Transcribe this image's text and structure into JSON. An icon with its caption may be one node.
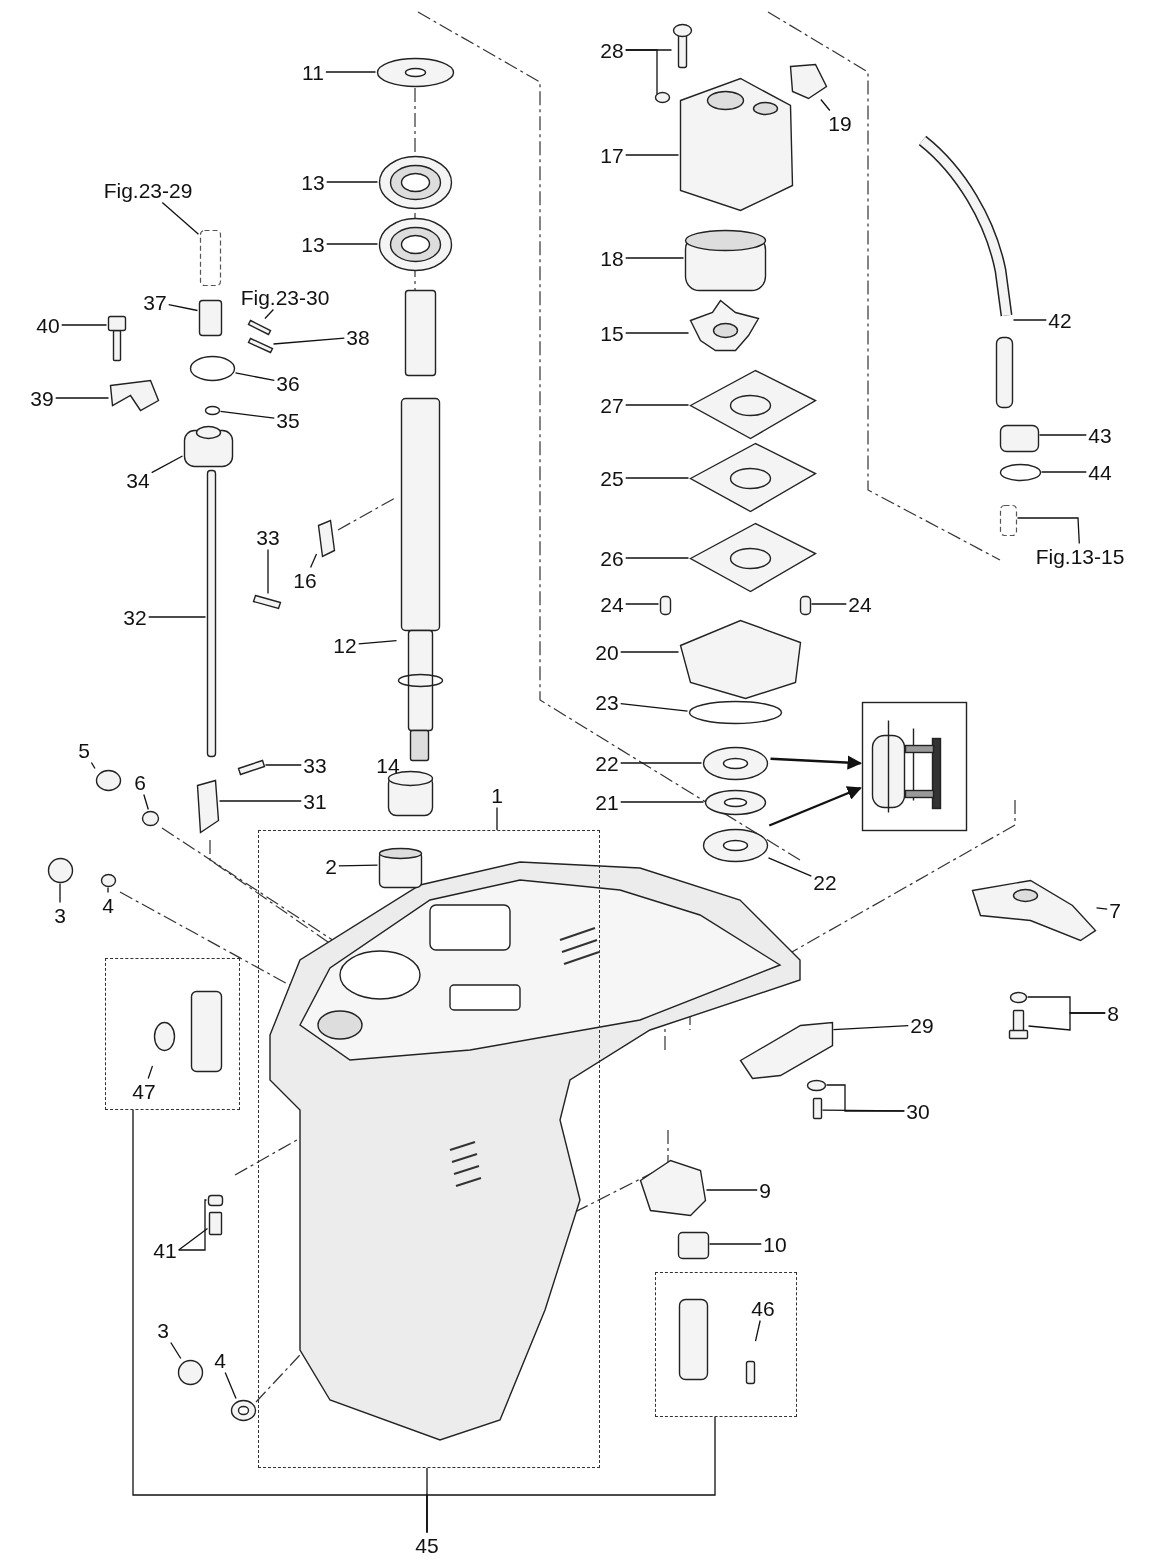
{
  "diagram": {
    "nodes": [
      {
        "text": [],
        "shape": "box"
      },
      {
        "text": [],
        "shape": "box"
      },
      {
        "text": [],
        "shape": "box"
      },
      {
        "text": [],
        "shape": "picture"
      },
      {
        "text": [
          "11"
        ]
      },
      {
        "text": [
          "13"
        ]
      },
      {
        "text": [
          "13"
        ]
      },
      {
        "text": [
          "Fig.23-29"
        ]
      },
      {
        "text": [
          "37"
        ]
      },
      {
        "text": [
          "Fig.23-30"
        ]
      },
      {
        "text": [
          "40"
        ]
      },
      {
        "text": [
          "38"
        ]
      },
      {
        "text": [
          "36"
        ]
      },
      {
        "text": [
          "39"
        ]
      },
      {
        "text": [
          "35"
        ]
      },
      {
        "text": [
          "34"
        ]
      },
      {
        "text": [
          "33"
        ]
      },
      {
        "text": [
          "16"
        ]
      },
      {
        "text": [
          "32"
        ]
      },
      {
        "text": [
          "12"
        ]
      },
      {
        "text": [
          "5"
        ]
      },
      {
        "text": [
          "14"
        ]
      },
      {
        "text": [
          "33"
        ]
      },
      {
        "text": [
          "6"
        ]
      },
      {
        "text": [
          "31"
        ]
      },
      {
        "text": [
          "1"
        ]
      },
      {
        "text": [
          "2"
        ],
        "in": 0
      },
      {
        "text": [
          "3"
        ]
      },
      {
        "text": [
          "4"
        ]
      },
      {
        "text": [
          "47"
        ],
        "in": 1
      },
      {
        "text": [
          "41"
        ]
      },
      {
        "text": [
          "3"
        ]
      },
      {
        "text": [
          "4"
        ]
      },
      {
        "text": [
          "28"
        ]
      },
      {
        "text": [
          "19"
        ]
      },
      {
        "text": [
          "17"
        ]
      },
      {
        "text": [
          "18"
        ]
      },
      {
        "text": [
          "15"
        ]
      },
      {
        "text": [
          "27"
        ]
      },
      {
        "text": [
          "25"
        ]
      },
      {
        "text": [
          "26"
        ]
      },
      {
        "text": [
          "24"
        ]
      },
      {
        "text": [
          "24"
        ]
      },
      {
        "text": [
          "20"
        ]
      },
      {
        "text": [
          "23"
        ]
      },
      {
        "text": [
          "22"
        ]
      },
      {
        "text": [
          "21"
        ]
      },
      {
        "text": [
          "22"
        ]
      },
      {
        "text": [
          "42"
        ]
      },
      {
        "text": [
          "43"
        ]
      },
      {
        "text": [
          "44"
        ]
      },
      {
        "text": [
          "Fig.13-15"
        ]
      },
      {
        "text": [
          "7"
        ]
      },
      {
        "text": [
          "8"
        ]
      },
      {
        "text": [
          "29"
        ]
      },
      {
        "text": [
          "30"
        ]
      },
      {
        "text": [
          "9"
        ]
      },
      {
        "text": [
          "10"
        ]
      },
      {
        "text": [
          "46"
        ],
        "in": 2
      },
      {
        "text": [
          "45"
        ]
      },
      {
        "text": [],
        "shape": "circle"
      },
      {
        "text": [],
        "shape": "picture"
      },
      {
        "text": [],
        "shape": "picture"
      },
      {
        "text": [],
        "shape": "box"
      },
      {
        "text": [],
        "shape": "box"
      },
      {
        "text": [],
        "shape": "bar"
      },
      {
        "text": [],
        "shape": "picture"
      },
      {
        "text": [],
        "shape": "bar"
      },
      {
        "text": [],
        "shape": "circle"
      },
      {
        "text": [],
        "shape": "picture"
      },
      {
        "text": [],
        "shape": "circle"
      },
      {
        "text": [],
        "shape": "box"
      },
      {
        "text": [],
        "shape": "bar"
      },
      {
        "text": [],
        "shape": "picture"
      },
      {
        "text": [],
        "shape": "bar"
      },
      {
        "text": [],
        "shape": "picture"
      },
      {
        "text": [],
        "shape": "circle"
      },
      {
        "text": [],
        "shape": "box"
      },
      {
        "text": [],
        "shape": "bar"
      },
      {
        "text": [],
        "shape": "circle"
      },
      {
        "text": [],
        "shape": "picture"
      },
      {
        "text": [],
        "shape": "box",
        "in": 0
      },
      {
        "text": [],
        "shape": "circle"
      },
      {
        "text": [],
        "shape": "circle"
      },
      {
        "text": [],
        "shape": "picture",
        "in": 1
      },
      {
        "text": [],
        "shape": "box"
      },
      {
        "text": [],
        "shape": "box"
      },
      {
        "text": [],
        "shape": "circle"
      },
      {
        "text": [],
        "shape": "circle"
      },
      {
        "text": [],
        "shape": "picture"
      },
      {
        "text": [],
        "shape": "circle"
      },
      {
        "text": [],
        "shape": "picture"
      },
      {
        "text": [],
        "shape": "picture"
      },
      {
        "text": [],
        "shape": "box"
      },
      {
        "text": [],
        "shape": "picture"
      },
      {
        "text": [],
        "shape": "picture"
      },
      {
        "text": [],
        "shape": "picture"
      },
      {
        "text": [],
        "shape": "picture"
      },
      {
        "text": [],
        "shape": "box"
      },
      {
        "text": [],
        "shape": "box"
      },
      {
        "text": [],
        "shape": "picture"
      },
      {
        "text": [],
        "shape": "circle"
      },
      {
        "text": [],
        "shape": "circle"
      },
      {
        "text": [],
        "shape": "circle"
      },
      {
        "text": [],
        "shape": "circle"
      },
      {
        "text": [],
        "shape": "picture"
      },
      {
        "text": [],
        "shape": "box"
      },
      {
        "text": [],
        "shape": "circle"
      },
      {
        "text": [],
        "shape": "box"
      },
      {
        "text": [],
        "shape": "picture"
      },
      {
        "text": [],
        "shape": "circle"
      },
      {
        "text": [],
        "shape": "picture"
      },
      {
        "text": [],
        "shape": "picture"
      },
      {
        "text": [],
        "shape": "circle"
      },
      {
        "text": [],
        "shape": "box"
      },
      {
        "text": [],
        "shape": "picture"
      },
      {
        "text": [],
        "shape": "box"
      },
      {
        "text": [],
        "shape": "picture",
        "in": 2
      }
    ],
    "edges": [
      {
        "from": 4,
        "to": 60,
        "arrow": "none"
      },
      {
        "from": 5,
        "to": 61,
        "arrow": "none"
      },
      {
        "from": 6,
        "to": 62,
        "arrow": "none"
      },
      {
        "from": 7,
        "to": 63,
        "arrow": "none"
      },
      {
        "from": 8,
        "to": 64,
        "arrow": "none"
      },
      {
        "from": 9,
        "to": 65,
        "arrow": "none"
      },
      {
        "from": 10,
        "to": 66,
        "arrow": "none"
      },
      {
        "from": 11,
        "to": 67,
        "arrow": "none"
      },
      {
        "from": 12,
        "to": 68,
        "arrow": "none"
      },
      {
        "from": 13,
        "to": 69,
        "arrow": "none"
      },
      {
        "from": 14,
        "to": 70,
        "arrow": "none"
      },
      {
        "from": 15,
        "to": 71,
        "arrow": "none"
      },
      {
        "from": 16,
        "to": 72,
        "arrow": "none"
      },
      {
        "from": 17,
        "to": 73,
        "arrow": "none"
      },
      {
        "from": 18,
        "to": 74,
        "arrow": "none"
      },
      {
        "from": 19,
        "to": 75,
        "arrow": "none"
      },
      {
        "from": 20,
        "to": 76,
        "arrow": "none"
      },
      {
        "from": 21,
        "to": 77,
        "arrow": "none"
      },
      {
        "from": 22,
        "to": 78,
        "arrow": "none"
      },
      {
        "from": 23,
        "to": 79,
        "arrow": "none"
      },
      {
        "from": 24,
        "to": 80,
        "arrow": "none"
      },
      {
        "from": 25,
        "to": 0,
        "arrow": "none"
      },
      {
        "from": 26,
        "to": 81,
        "arrow": "none"
      },
      {
        "from": 27,
        "to": 82,
        "arrow": "none"
      },
      {
        "from": 28,
        "to": 83,
        "arrow": "none"
      },
      {
        "from": 29,
        "to": 84,
        "arrow": "none"
      },
      {
        "from": 30,
        "to": 85,
        "arrow": "none"
      },
      {
        "from": 30,
        "to": 86,
        "arrow": "none"
      },
      {
        "from": 31,
        "to": 87,
        "arrow": "none"
      },
      {
        "from": 32,
        "to": 88,
        "arrow": "none"
      },
      {
        "from": 33,
        "to": 89,
        "arrow": "none"
      },
      {
        "from": 33,
        "to": 90,
        "arrow": "none"
      },
      {
        "from": 34,
        "to": 91,
        "arrow": "none"
      },
      {
        "from": 35,
        "to": 92,
        "arrow": "none"
      },
      {
        "from": 36,
        "to": 93,
        "arrow": "none"
      },
      {
        "from": 37,
        "to": 94,
        "arrow": "none"
      },
      {
        "from": 38,
        "to": 95,
        "arrow": "none"
      },
      {
        "from": 39,
        "to": 96,
        "arrow": "none"
      },
      {
        "from": 40,
        "to": 97,
        "arrow": "none"
      },
      {
        "from": 41,
        "to": 98,
        "arrow": "none"
      },
      {
        "from": 42,
        "to": 99,
        "arrow": "none"
      },
      {
        "from": 43,
        "to": 100,
        "arrow": "none"
      },
      {
        "from": 44,
        "to": 101,
        "arrow": "none"
      },
      {
        "from": 45,
        "to": 102,
        "arrow": "none"
      },
      {
        "from": 46,
        "to": 103,
        "arrow": "none"
      },
      {
        "from": 47,
        "to": 104,
        "arrow": "none"
      },
      {
        "from": 48,
        "to": 105,
        "arrow": "none"
      },
      {
        "from": 49,
        "to": 106,
        "arrow": "none"
      },
      {
        "from": 50,
        "to": 107,
        "arrow": "none"
      },
      {
        "from": 51,
        "to": 108,
        "arrow": "none"
      },
      {
        "from": 52,
        "to": 109,
        "arrow": "none"
      },
      {
        "from": 53,
        "to": 110,
        "arrow": "none"
      },
      {
        "from": 53,
        "to": 111,
        "arrow": "none"
      },
      {
        "from": 54,
        "to": 112,
        "arrow": "none"
      },
      {
        "from": 55,
        "to": 113,
        "arrow": "none"
      },
      {
        "from": 55,
        "to": 114,
        "arrow": "none"
      },
      {
        "from": 56,
        "to": 115,
        "arrow": "none"
      },
      {
        "from": 57,
        "to": 116,
        "arrow": "none"
      },
      {
        "from": 58,
        "to": 117,
        "arrow": "none"
      },
      {
        "from": 59,
        "to": 1,
        "arrow": "none"
      },
      {
        "from": 59,
        "to": 0,
        "arrow": "none"
      },
      {
        "from": 59,
        "to": 2,
        "arrow": "none"
      },
      {
        "from": 102,
        "to": 3,
        "arrow": "to"
      },
      {
        "from": 104,
        "to": 3,
        "arrow": "to"
      }
    ]
  }
}
